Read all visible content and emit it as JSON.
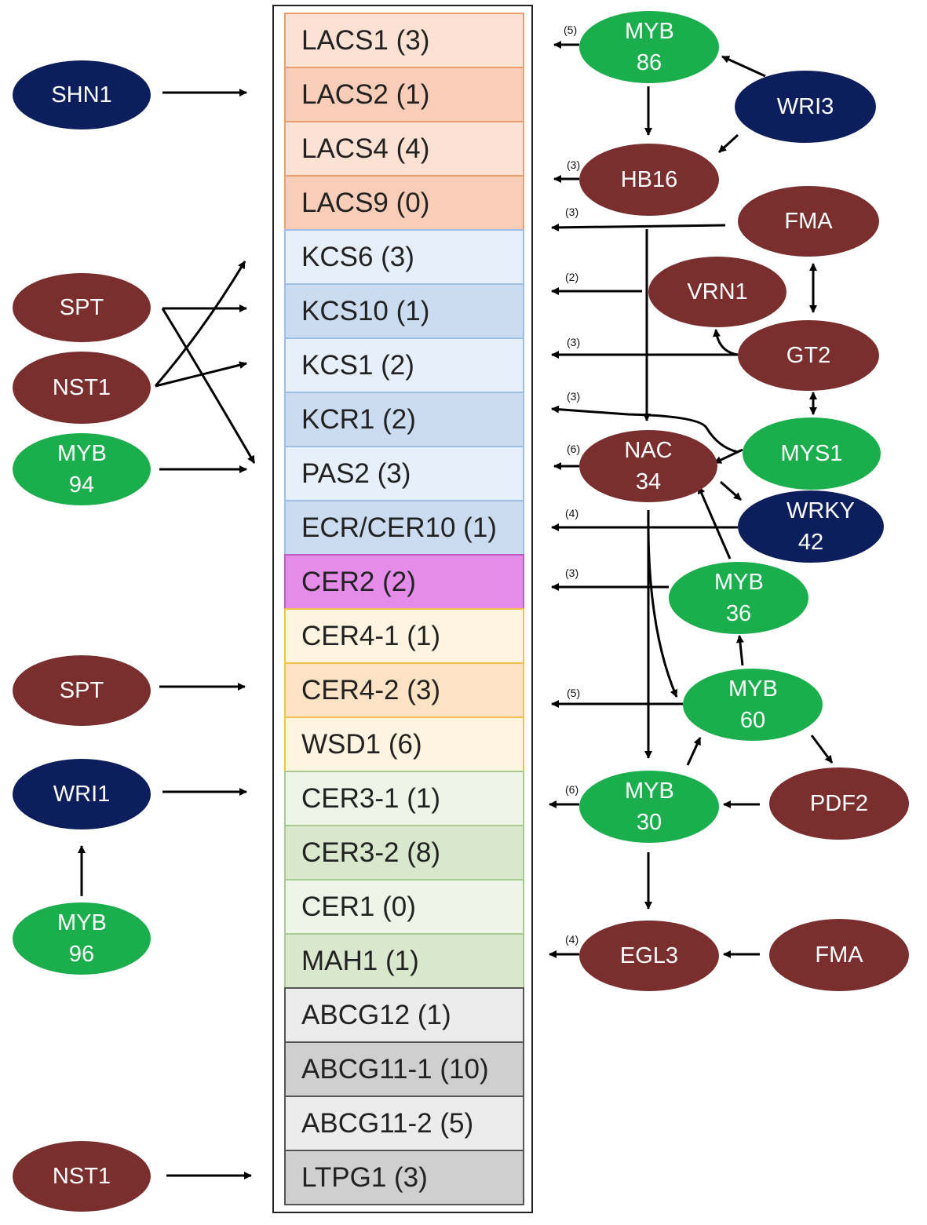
{
  "colors": {
    "tf_green": "#1aae4c",
    "tf_brown": "#7a2e2e",
    "tf_navy": "#0c1f5c",
    "lacs_fill": "#fde2d3",
    "lacs_alt": "#f9cdb7",
    "lacs_border": "#ec9f6d",
    "kcs_fill": "#e7effa",
    "kcs_alt": "#cbdcf0",
    "kcs_border": "#9fbee6",
    "cer2_fill": "#e58be8",
    "cer2_border": "#c25ac4",
    "cer4_fill": "#fff4e0",
    "cer4_alt": "#fde3c4",
    "cer4_border": "#f2c14e",
    "cer3_fill": "#eef4e8",
    "cer3_alt": "#d9e7cd",
    "cer3_border": "#a9c992",
    "abcg_fill": "#ececec",
    "abcg_alt": "#cfcfcf",
    "abcg_border": "#555555"
  },
  "genes": [
    {
      "name": "LACS1 (3)",
      "group": "lacs"
    },
    {
      "name": "LACS2 (1)",
      "group": "lacs"
    },
    {
      "name": "LACS4 (4)",
      "group": "lacs"
    },
    {
      "name": "LACS9 (0)",
      "group": "lacs"
    },
    {
      "name": "KCS6 (3)",
      "group": "kcs"
    },
    {
      "name": "KCS10 (1)",
      "group": "kcs"
    },
    {
      "name": "KCS1 (2)",
      "group": "kcs"
    },
    {
      "name": "KCR1 (2)",
      "group": "kcs"
    },
    {
      "name": "PAS2 (3)",
      "group": "kcs"
    },
    {
      "name": "ECR/CER10 (1)",
      "group": "kcs"
    },
    {
      "name": "CER2 (2)",
      "group": "cer2"
    },
    {
      "name": "CER4-1 (1)",
      "group": "cer4"
    },
    {
      "name": "CER4-2 (3)",
      "group": "cer4"
    },
    {
      "name": "WSD1 (6)",
      "group": "cer4"
    },
    {
      "name": "CER3-1 (1)",
      "group": "cer3"
    },
    {
      "name": "CER3-2 (8)",
      "group": "cer3"
    },
    {
      "name": "CER1 (0)",
      "group": "cer3"
    },
    {
      "name": "MAH1 (1)",
      "group": "cer3"
    },
    {
      "name": "ABCG12 (1)",
      "group": "abcg"
    },
    {
      "name": "ABCG11-1 (10)",
      "group": "abcg"
    },
    {
      "name": "ABCG11-2 (5)",
      "group": "abcg"
    },
    {
      "name": "LTPG1 (3)",
      "group": "abcg"
    }
  ],
  "nodes": [
    {
      "id": "shn1",
      "label": "SHN1",
      "color": "tf_navy"
    },
    {
      "id": "spt_a",
      "label": "SPT",
      "color": "tf_brown"
    },
    {
      "id": "nst1_a",
      "label": "NST1",
      "color": "tf_brown"
    },
    {
      "id": "myb94",
      "label": "MYB 94",
      "color": "tf_green"
    },
    {
      "id": "spt_b",
      "label": "SPT",
      "color": "tf_brown"
    },
    {
      "id": "wri1",
      "label": "WRI1",
      "color": "tf_navy"
    },
    {
      "id": "myb96",
      "label": "MYB 96",
      "color": "tf_green"
    },
    {
      "id": "nst1_b",
      "label": "NST1",
      "color": "tf_brown"
    },
    {
      "id": "myb86",
      "label": "MYB 86",
      "color": "tf_green"
    },
    {
      "id": "wri3",
      "label": "WRI3",
      "color": "tf_navy"
    },
    {
      "id": "hb16",
      "label": "HB16",
      "color": "tf_brown"
    },
    {
      "id": "fma_a",
      "label": "FMA",
      "color": "tf_brown"
    },
    {
      "id": "vrn1",
      "label": "VRN1",
      "color": "tf_brown"
    },
    {
      "id": "gt2",
      "label": "GT2",
      "color": "tf_brown"
    },
    {
      "id": "nac34",
      "label": "NAC 34",
      "color": "tf_brown"
    },
    {
      "id": "mys1",
      "label": "MYS1",
      "color": "tf_green"
    },
    {
      "id": "wrky42",
      "label": "WRKY 42",
      "color": "tf_navy"
    },
    {
      "id": "myb36",
      "label": "MYB 36",
      "color": "tf_green"
    },
    {
      "id": "myb60",
      "label": "MYB 60",
      "color": "tf_green"
    },
    {
      "id": "myb30",
      "label": "MYB 30",
      "color": "tf_green"
    },
    {
      "id": "pdf2",
      "label": "PDF2",
      "color": "tf_brown"
    },
    {
      "id": "egl3",
      "label": "EGL3",
      "color": "tf_brown"
    },
    {
      "id": "fma_b",
      "label": "FMA",
      "color": "tf_brown"
    }
  ],
  "counts": [
    {
      "id": "c_myb86",
      "text": "(5)"
    },
    {
      "id": "c_hb16",
      "text": "(3)"
    },
    {
      "id": "c_fma",
      "text": "(3)"
    },
    {
      "id": "c_vrn1",
      "text": "(2)"
    },
    {
      "id": "c_gt2",
      "text": "(3)"
    },
    {
      "id": "c_mys1",
      "text": "(3)"
    },
    {
      "id": "c_nac34",
      "text": "(6)"
    },
    {
      "id": "c_wrky42",
      "text": "(4)"
    },
    {
      "id": "c_myb36",
      "text": "(3)"
    },
    {
      "id": "c_myb60",
      "text": "(5)"
    },
    {
      "id": "c_myb30",
      "text": "(6)"
    },
    {
      "id": "c_egl3",
      "text": "(4)"
    }
  ]
}
